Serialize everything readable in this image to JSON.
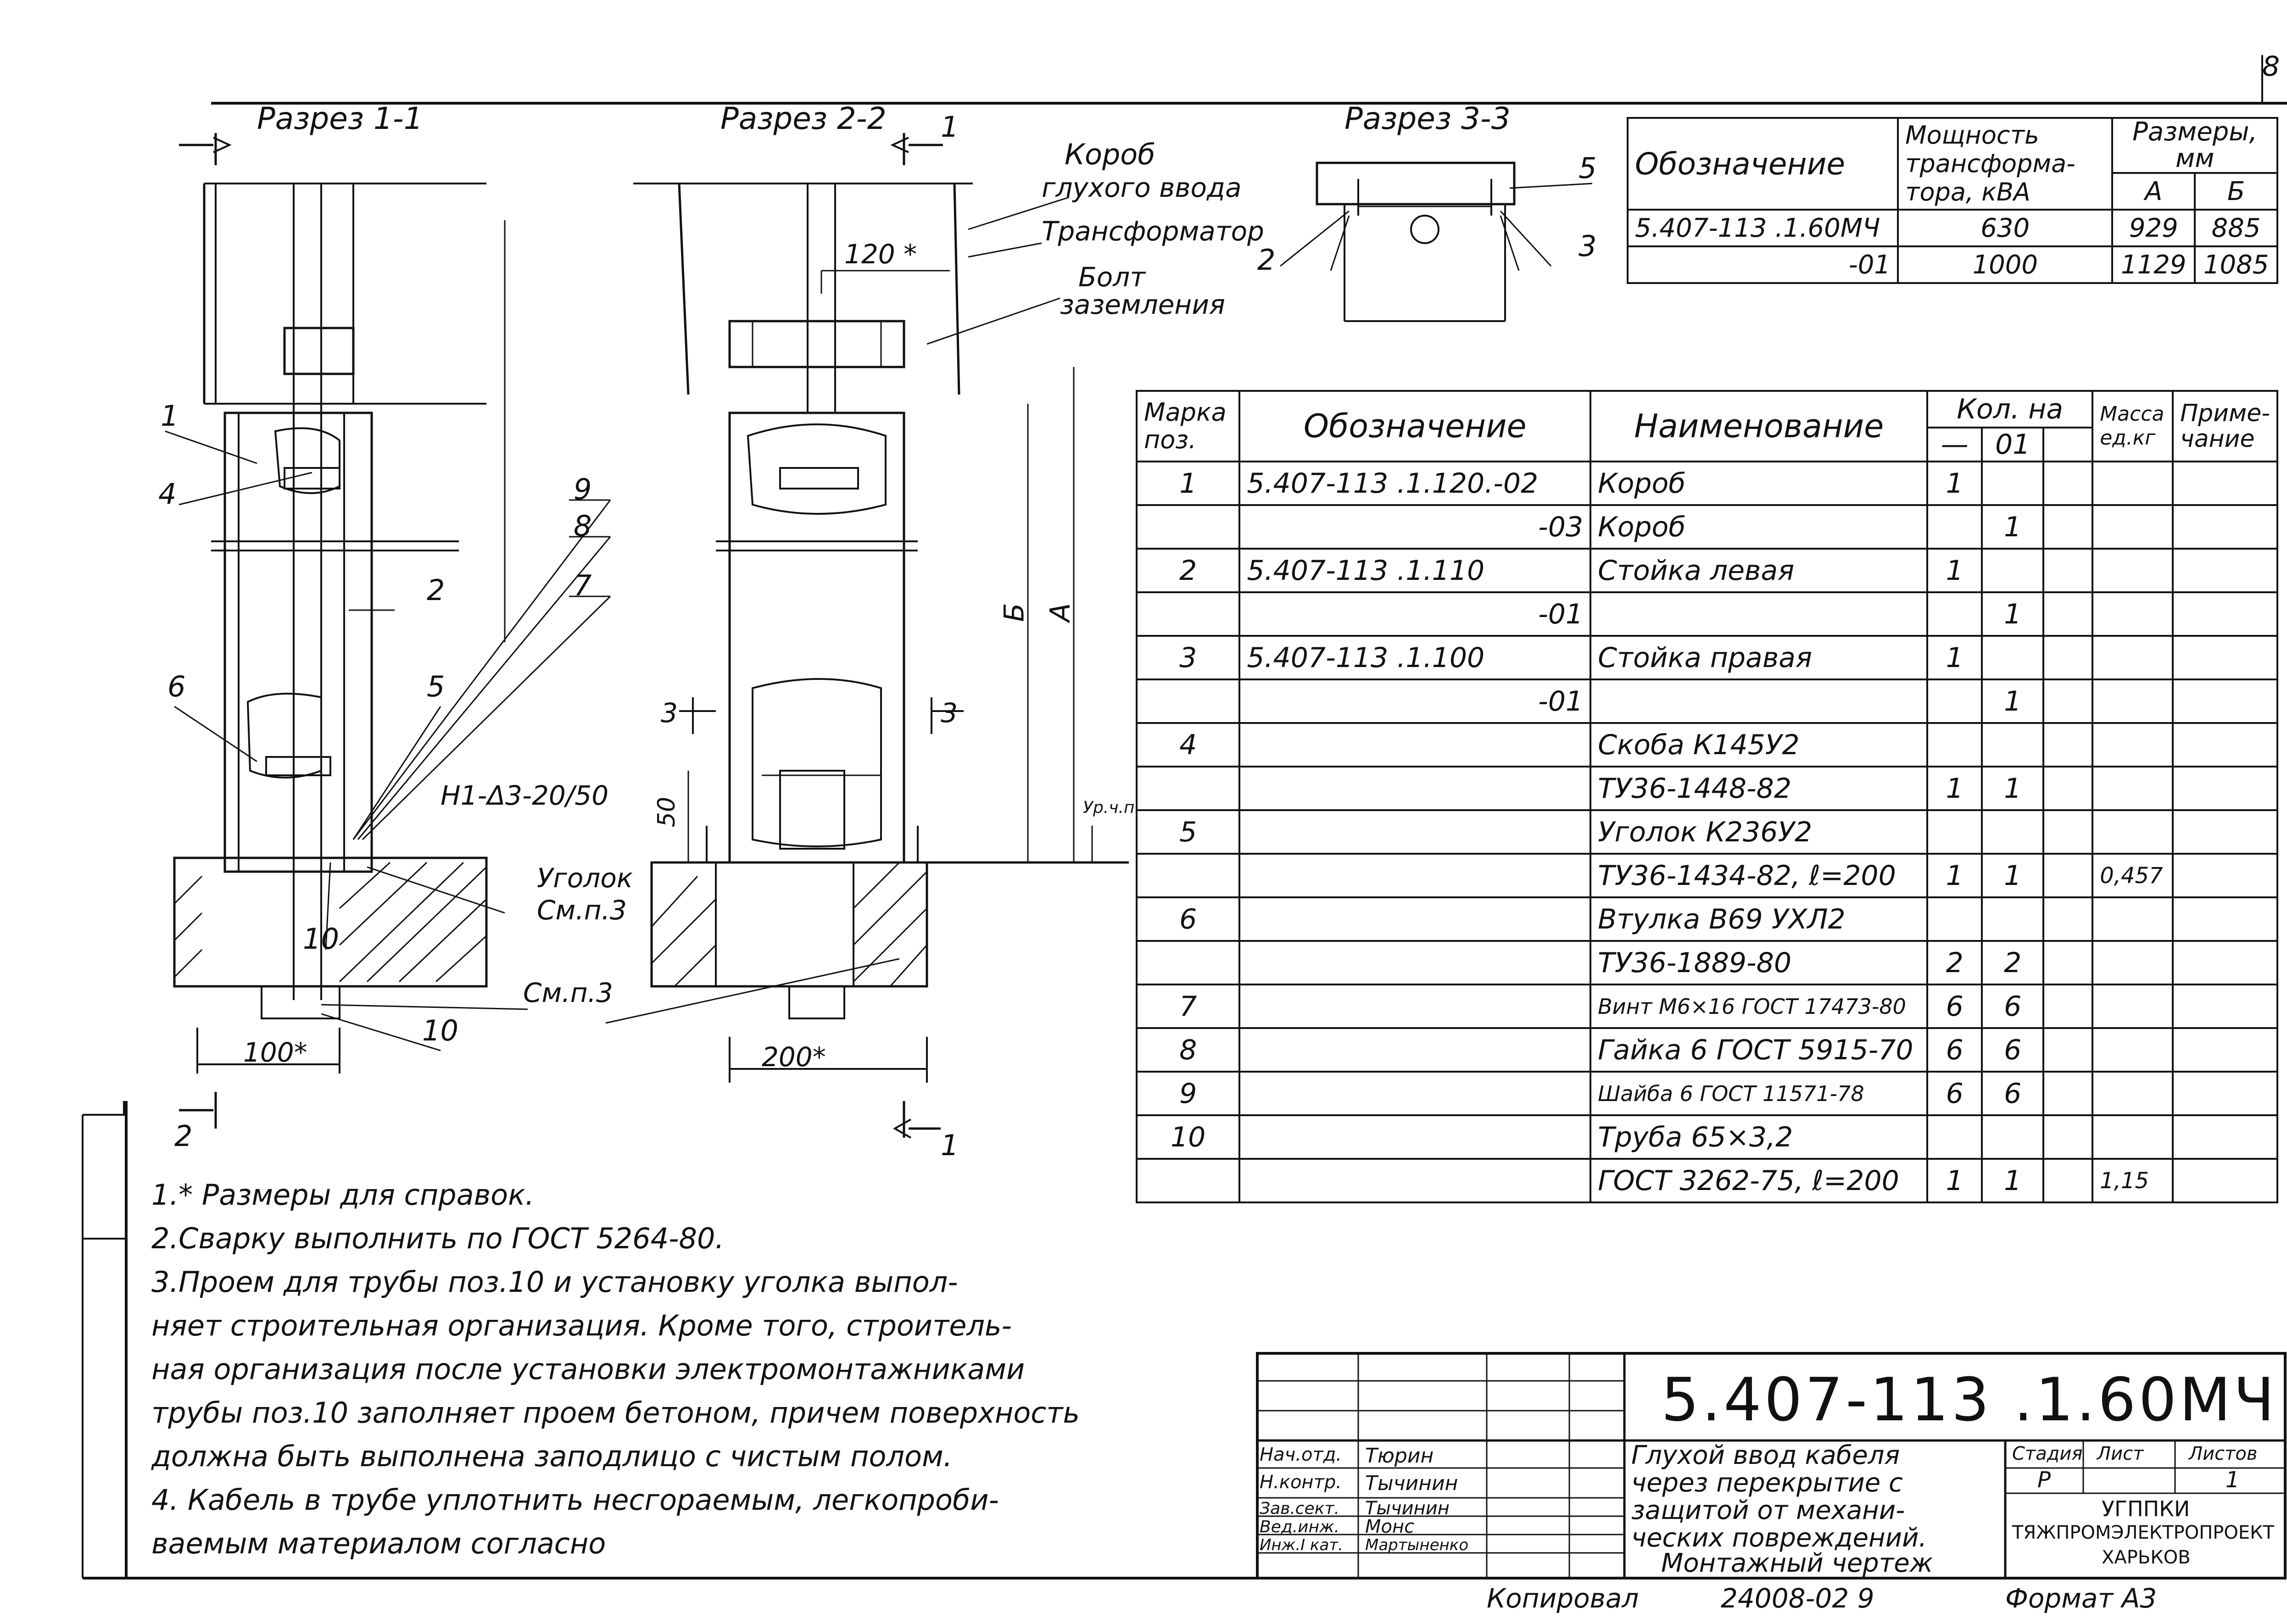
{
  "sheet": {
    "page_number": "8",
    "section_labels": {
      "s11": "Разрез 1-1",
      "s22": "Разрез 2-2",
      "s33": "Разрез 3-3"
    },
    "callouts": {
      "korob": "Короб",
      "gluhogo": "глухого ввода",
      "transformator": "Трансформатор",
      "bolt": "Болт",
      "zazemleniya": "заземления",
      "ugolok": "Уголок",
      "sm_p3_a": "См.п.3",
      "sm_p3_b": "См.п.3",
      "weld": "Н1-Δ3-20/50",
      "ur_ch_p": "Ур.ч.п.",
      "dim_120": "120 *",
      "dim_100": "100*",
      "dim_200": "200*",
      "dim_50": "50",
      "dim_B": "Б",
      "dim_A": "А",
      "cut_1": "1",
      "cut_2": "2",
      "cut_3": "3",
      "pos_1": "1",
      "pos_2": "2",
      "pos_3": "3",
      "pos_4": "4",
      "pos_5": "5",
      "pos_6": "6",
      "pos_7": "7",
      "pos_8": "8",
      "pos_9": "9",
      "pos_10": "10"
    }
  },
  "sizes_table": {
    "headers": {
      "designation": "Обозначение",
      "power": "Мощность трансформа-тора, кВА",
      "sizes": "Размеры, мм",
      "a": "А",
      "b": "Б"
    },
    "rows": [
      {
        "designation": "5.407-113 .1.60МЧ",
        "power": "630",
        "a": "929",
        "b": "885"
      },
      {
        "designation": "-01",
        "power": "1000",
        "a": "1129",
        "b": "1085"
      }
    ]
  },
  "spec_table": {
    "headers": {
      "mark": "Марка поз.",
      "designation": "Обозначение",
      "name": "Наименование",
      "qty": "Кол. на",
      "qty_base": "—",
      "qty_01": "01",
      "mass": "Масса ед.кг",
      "note": "Приме-чание"
    },
    "rows": [
      {
        "mark": "1",
        "designation": "5.407-113 .1.120.-02",
        "name": "Короб",
        "q0": "1",
        "q1": "",
        "mass": "",
        "note": ""
      },
      {
        "mark": "",
        "designation": "-03",
        "name": "Короб",
        "q0": "",
        "q1": "1",
        "mass": "",
        "note": ""
      },
      {
        "mark": "2",
        "designation": "5.407-113 .1.110",
        "name": "Стойка левая",
        "q0": "1",
        "q1": "",
        "mass": "",
        "note": ""
      },
      {
        "mark": "",
        "designation": "-01",
        "name": "",
        "q0": "",
        "q1": "1",
        "mass": "",
        "note": ""
      },
      {
        "mark": "3",
        "designation": "5.407-113 .1.100",
        "name": "Стойка правая",
        "q0": "1",
        "q1": "",
        "mass": "",
        "note": ""
      },
      {
        "mark": "",
        "designation": "-01",
        "name": "",
        "q0": "",
        "q1": "1",
        "mass": "",
        "note": ""
      },
      {
        "mark": "4",
        "designation": "",
        "name": "Скоба К145У2",
        "q0": "",
        "q1": "",
        "mass": "",
        "note": ""
      },
      {
        "mark": "",
        "designation": "",
        "name": "ТУ36-1448-82",
        "q0": "1",
        "q1": "1",
        "mass": "",
        "note": ""
      },
      {
        "mark": "5",
        "designation": "",
        "name": "Уголок К236У2",
        "q0": "",
        "q1": "",
        "mass": "",
        "note": ""
      },
      {
        "mark": "",
        "designation": "",
        "name": "ТУ36-1434-82, ℓ=200",
        "q0": "1",
        "q1": "1",
        "mass": "0,457",
        "note": ""
      },
      {
        "mark": "6",
        "designation": "",
        "name": "Втулка В69 УХЛ2",
        "q0": "",
        "q1": "",
        "mass": "",
        "note": ""
      },
      {
        "mark": "",
        "designation": "",
        "name": "ТУ36-1889-80",
        "q0": "2",
        "q1": "2",
        "mass": "",
        "note": ""
      },
      {
        "mark": "7",
        "designation": "",
        "name": "Винт М6×16 ГОСТ 17473-80",
        "q0": "6",
        "q1": "6",
        "mass": "",
        "note": ""
      },
      {
        "mark": "8",
        "designation": "",
        "name": "Гайка 6 ГОСТ 5915-70",
        "q0": "6",
        "q1": "6",
        "mass": "",
        "note": ""
      },
      {
        "mark": "9",
        "designation": "",
        "name": "Шайба 6 ГОСТ 11571-78",
        "q0": "6",
        "q1": "6",
        "mass": "",
        "note": ""
      },
      {
        "mark": "10",
        "designation": "",
        "name": "Труба 65×3,2",
        "q0": "",
        "q1": "",
        "mass": "",
        "note": ""
      },
      {
        "mark": "",
        "designation": "",
        "name": "ГОСТ 3262-75, ℓ=200",
        "q0": "1",
        "q1": "1",
        "mass": "1,15",
        "note": ""
      }
    ]
  },
  "notes": [
    "1.* Размеры для справок.",
    "2.Сварку выполнить по ГОСТ 5264-80.",
    "3.Проем для трубы поз.10 и установку уголка выпол-",
    "няет строительная организация. Кроме того, строитель-",
    "ная организация после установки электромонтажниками",
    "трубы поз.10 заполняет проем бетоном, причем поверхность",
    "должна быть выполнена заподлицо с чистым полом.",
    "4. Кабель в трубе уплотнить несгораемым, легкопроби-",
    "ваемым материалом согласно"
  ],
  "title_block": {
    "doc_code": "5.407-113 .1.60МЧ",
    "title_lines": [
      "Глухой ввод кабеля",
      "через перекрытие с",
      "защитой от механи-",
      "ческих повреждений.",
      "Монтажный чертеж"
    ],
    "stage_label": "Стадия",
    "sheet_label": "Лист",
    "sheets_label": "Листов",
    "stage": "Р",
    "sheet": "",
    "sheets": "1",
    "org_lines": [
      "УГППКИ",
      "ТЯЖПРОМЭЛЕКТРОПРОЕКТ",
      "ХАРЬКОВ"
    ],
    "staff": [
      {
        "role": "Нач.отд.",
        "name": "Тюрин"
      },
      {
        "role": "Н.контр.",
        "name": "Тычинин"
      },
      {
        "role": "Зав.сект.",
        "name": "Тычинин"
      },
      {
        "role": "Вед.инж.",
        "name": "Монс"
      },
      {
        "role": "Инж.I кат.",
        "name": "Мартыненко"
      }
    ],
    "copied": "Копировал",
    "order": "24008-02 9",
    "format": "Формат А3"
  }
}
